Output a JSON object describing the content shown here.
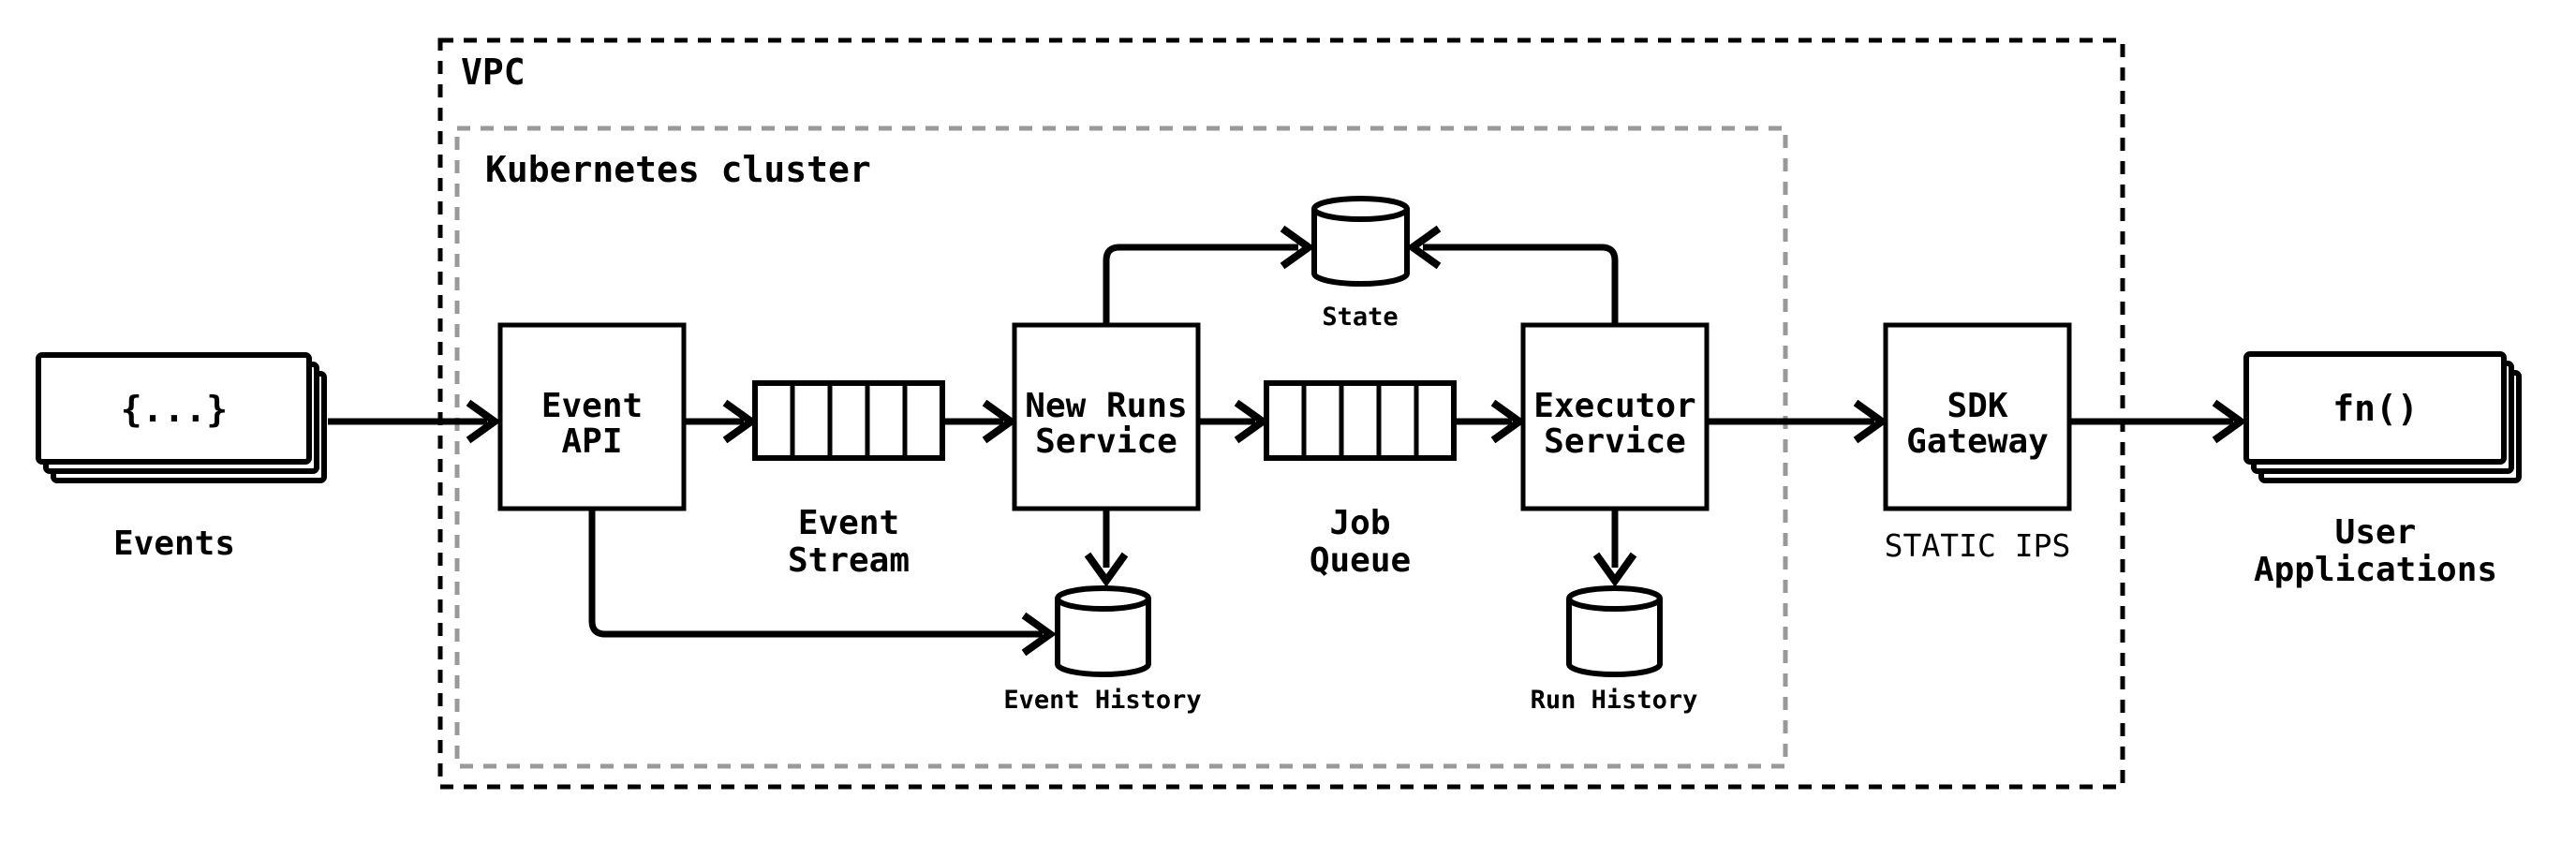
{
  "diagram": {
    "background_color": "#ffffff",
    "stroke_color": "#000000",
    "cluster_border_color": "#999999",
    "containers": {
      "vpc": {
        "label": "VPC"
      },
      "kubernetes": {
        "label": "Kubernetes cluster"
      }
    },
    "nodes": {
      "events": {
        "icon": "{...}",
        "label": "Events"
      },
      "event_api": {
        "label_line1": "Event",
        "label_line2": "API"
      },
      "event_stream": {
        "label_line1": "Event",
        "label_line2": "Stream"
      },
      "new_runs_service": {
        "label_line1": "New Runs",
        "label_line2": "Service"
      },
      "state": {
        "label": "State"
      },
      "job_queue": {
        "label_line1": "Job",
        "label_line2": "Queue"
      },
      "executor_service": {
        "label_line1": "Executor",
        "label_line2": "Service"
      },
      "event_history": {
        "label": "Event History"
      },
      "run_history": {
        "label": "Run History"
      },
      "sdk_gateway": {
        "label_line1": "SDK",
        "label_line2": "Gateway",
        "sublabel": "STATIC IPS"
      },
      "user_applications": {
        "icon": "fn()",
        "label_line1": "User",
        "label_line2": "Applications"
      }
    },
    "edges": [
      {
        "from": "events",
        "to": "event_api"
      },
      {
        "from": "event_api",
        "to": "event_stream"
      },
      {
        "from": "event_stream",
        "to": "new_runs_service"
      },
      {
        "from": "new_runs_service",
        "to": "job_queue"
      },
      {
        "from": "job_queue",
        "to": "executor_service"
      },
      {
        "from": "executor_service",
        "to": "sdk_gateway"
      },
      {
        "from": "sdk_gateway",
        "to": "user_applications"
      },
      {
        "from": "new_runs_service",
        "to": "state"
      },
      {
        "from": "executor_service",
        "to": "state"
      },
      {
        "from": "new_runs_service",
        "to": "event_history"
      },
      {
        "from": "executor_service",
        "to": "run_history"
      },
      {
        "from": "event_api",
        "to": "event_history"
      }
    ]
  }
}
